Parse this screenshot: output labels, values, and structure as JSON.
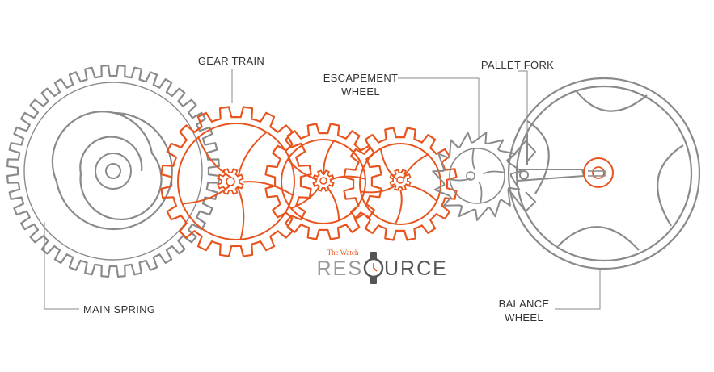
{
  "labels": {
    "gear_train": "GEAR TRAIN",
    "escapement_wheel": [
      "ESCAPEMENT",
      "WHEEL"
    ],
    "pallet_fork": "PALLET FORK",
    "main_spring": "MAIN SPRING",
    "balance_wheel": [
      "BALANCE",
      "WHEEL"
    ]
  },
  "logo": {
    "top": "The Watch",
    "left": "RES",
    "right": "URCE"
  },
  "colors": {
    "line_gray": "#8a8a8a",
    "accent_orange": "#e8541e",
    "text": "#333333",
    "logo_gray": "#9a9a9a",
    "logo_dark": "#555555"
  }
}
